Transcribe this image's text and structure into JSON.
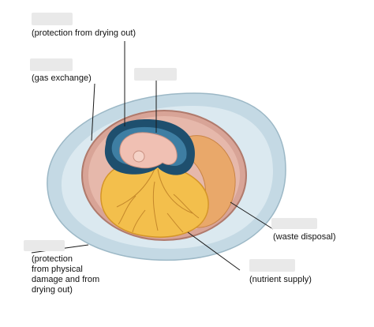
{
  "labels": {
    "drying": "(protection from drying out)",
    "gas": "(gas exchange)",
    "waste": "(waste disposal)",
    "protection_l1": "(protection",
    "protection_l2": "from physical",
    "protection_l3": "damage and from",
    "protection_l4": "drying out)",
    "nutrient": "(nutrient supply)"
  },
  "colors": {
    "shell_outer": "#c4d9e4",
    "shell_inner": "#dbe9f0",
    "membrane": "#b07a6c",
    "chorion_fill": "#d8a497",
    "amnion_fill": "#1e4f6e",
    "embryo": "#f0c0b3",
    "yolk": "#f3bf4c",
    "allantois": "#e9a86a",
    "leader": "#1a1a1a"
  },
  "icons": {
    "egg": "egg-cross-section-icon",
    "embryo": "embryo-icon"
  }
}
